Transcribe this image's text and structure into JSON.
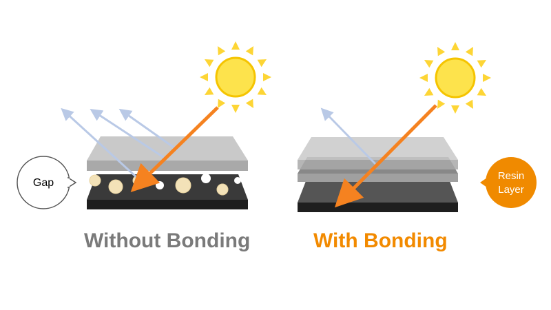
{
  "panels": {
    "left": {
      "caption": "Without Bonding",
      "caption_color": "#7a7a7a",
      "callout": "Gap",
      "callout_border": "#555555"
    },
    "right": {
      "caption": "With Bonding",
      "caption_color": "#f28a00",
      "callout": "Resin Layer",
      "callout_fill": "#f08a00"
    }
  },
  "colors": {
    "sun_fill": "#fde34c",
    "sun_ray": "#fdd535",
    "incident_arrow": "#f58220",
    "reflected_arrow": "#b9c9e6",
    "glass_top": "#c9c9c9",
    "glass_side": "#a9a9a9",
    "panel_top": "#3a3a3a",
    "panel_side": "#1e1e1e",
    "resin_top": "#888888",
    "bubble": "#f3e2b8",
    "bubble_white": "#ffffff"
  },
  "icons": [
    "sun-icon",
    "incident-light-arrow-icon",
    "reflected-light-arrow-icon",
    "air-bubble-icon"
  ]
}
